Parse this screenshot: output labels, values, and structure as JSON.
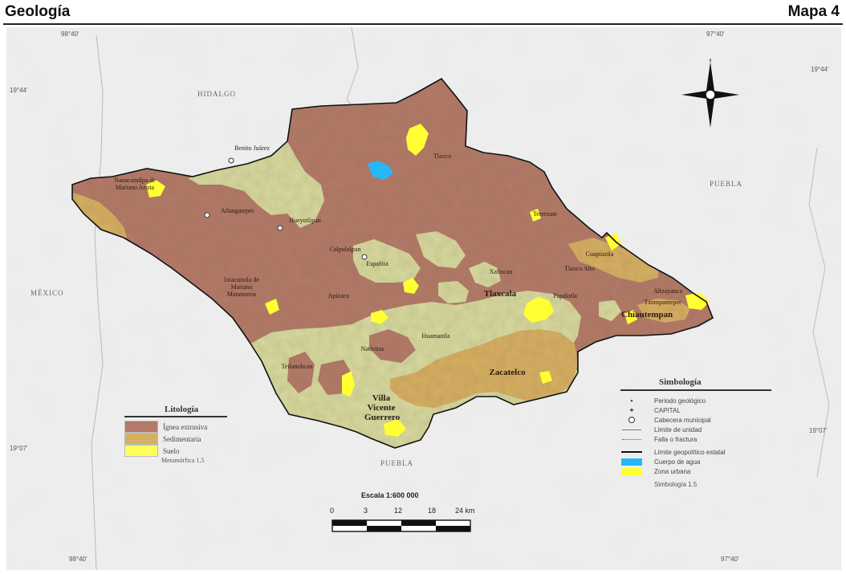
{
  "header": {
    "title": "Geología",
    "map_number": "Mapa 4"
  },
  "coordinates": {
    "top_left": "98°40'",
    "top_right": "97°40'",
    "left_upper": "19°44'",
    "left_lower": "19°07'",
    "right_upper": "19°44'",
    "right_lower": "19°07'",
    "bottom_left": "98°40'",
    "bottom_right": "97°40'"
  },
  "places": {
    "hidalgo": "HIDALGO",
    "puebla_east": "PUEBLA",
    "mexico": "MÉXICO",
    "puebla_south": "PUEBLA"
  },
  "towns": [
    "Benito Juárez",
    "Hueyotlipan",
    "Tlaxco",
    "Atlangatepec",
    "Terrenate",
    "Nanacamilpa de Mariano Arista",
    "Calpulalpan",
    "Españita",
    "Ixtacuixtla de Mariano Matamoros",
    "Tlaxcala",
    "Apizaco",
    "Huamantla",
    "Chiautempan",
    "Zacatelco",
    "Villa Vicente Guerrero",
    "Tetlanohcan",
    "Altzayanca",
    "Cuapiaxtla",
    "Tlaxco Alto",
    "Papalotla",
    "Nativitas",
    "Xaltocan",
    "Tzompantepec"
  ],
  "lithology_legend": {
    "title": "Litología",
    "items": [
      {
        "label": "Ígnea extrusiva",
        "color": "#b27a68"
      },
      {
        "label": "Sedimentaria",
        "color": "#d6b061"
      },
      {
        "label": "Suelo",
        "color": "#ffff59"
      }
    ],
    "note": "Metamórfica 1.5"
  },
  "symbology_legend": {
    "title": "Simbología",
    "items": [
      {
        "label": "Periodo geológico",
        "icon": "dot-icon"
      },
      {
        "label": "CAPITAL",
        "icon": "capital-star-icon"
      },
      {
        "label": "Cabecera municipal",
        "icon": "circle-icon"
      },
      {
        "label": "Límite de unidad",
        "icon": "thin-line-icon"
      },
      {
        "label": "Falla o fractura",
        "icon": "dotted-line-icon"
      },
      {
        "label": "Límite geopolítico estatal",
        "icon": "thick-line-icon"
      },
      {
        "label": "Cuerpo de agua",
        "icon": "water-swatch-icon",
        "color": "#29b6f6"
      },
      {
        "label": "Zona urbana",
        "icon": "urban-swatch-icon",
        "color": "#ffff33"
      }
    ],
    "note": "Simbología 1.5"
  },
  "scale": {
    "label": "Escala 1:600 000",
    "ticks": [
      "0",
      "3",
      "12",
      "18",
      "24 km"
    ]
  },
  "colors": {
    "igneous": "#b27a68",
    "sedimentary": "#d6b061",
    "soil": "#d7dba0",
    "urban": "#ffff33",
    "water": "#29b6f6"
  }
}
